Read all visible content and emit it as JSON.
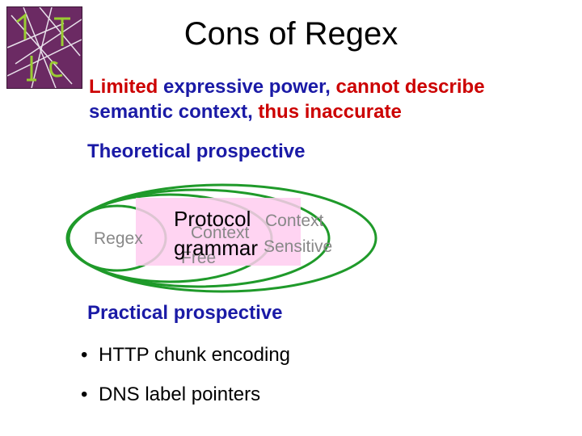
{
  "slide": {
    "title": "Cons of Regex",
    "point1": {
      "w1": "Limited",
      "w2": "expressive power,",
      "w3": "cannot describe",
      "w4": "semantic context,",
      "w5": "thus inaccurate"
    },
    "theoretical": "Theoretical prospective",
    "diagram": {
      "regex": "Regex",
      "cf_top": "Context",
      "cf_bottom": "Free",
      "protocol": "Protocol",
      "grammar": "grammar",
      "cs_top": "Context",
      "cs_bottom": "Sensitive"
    },
    "practical": "Practical prospective",
    "bullets": [
      "HTTP chunk encoding",
      "DNS label pointers"
    ],
    "colors": {
      "accent_blue": "#1a1aa6",
      "accent_red": "#cc0000",
      "ellipse": "#1f9a2a",
      "highlight": "#ffccf0"
    }
  }
}
